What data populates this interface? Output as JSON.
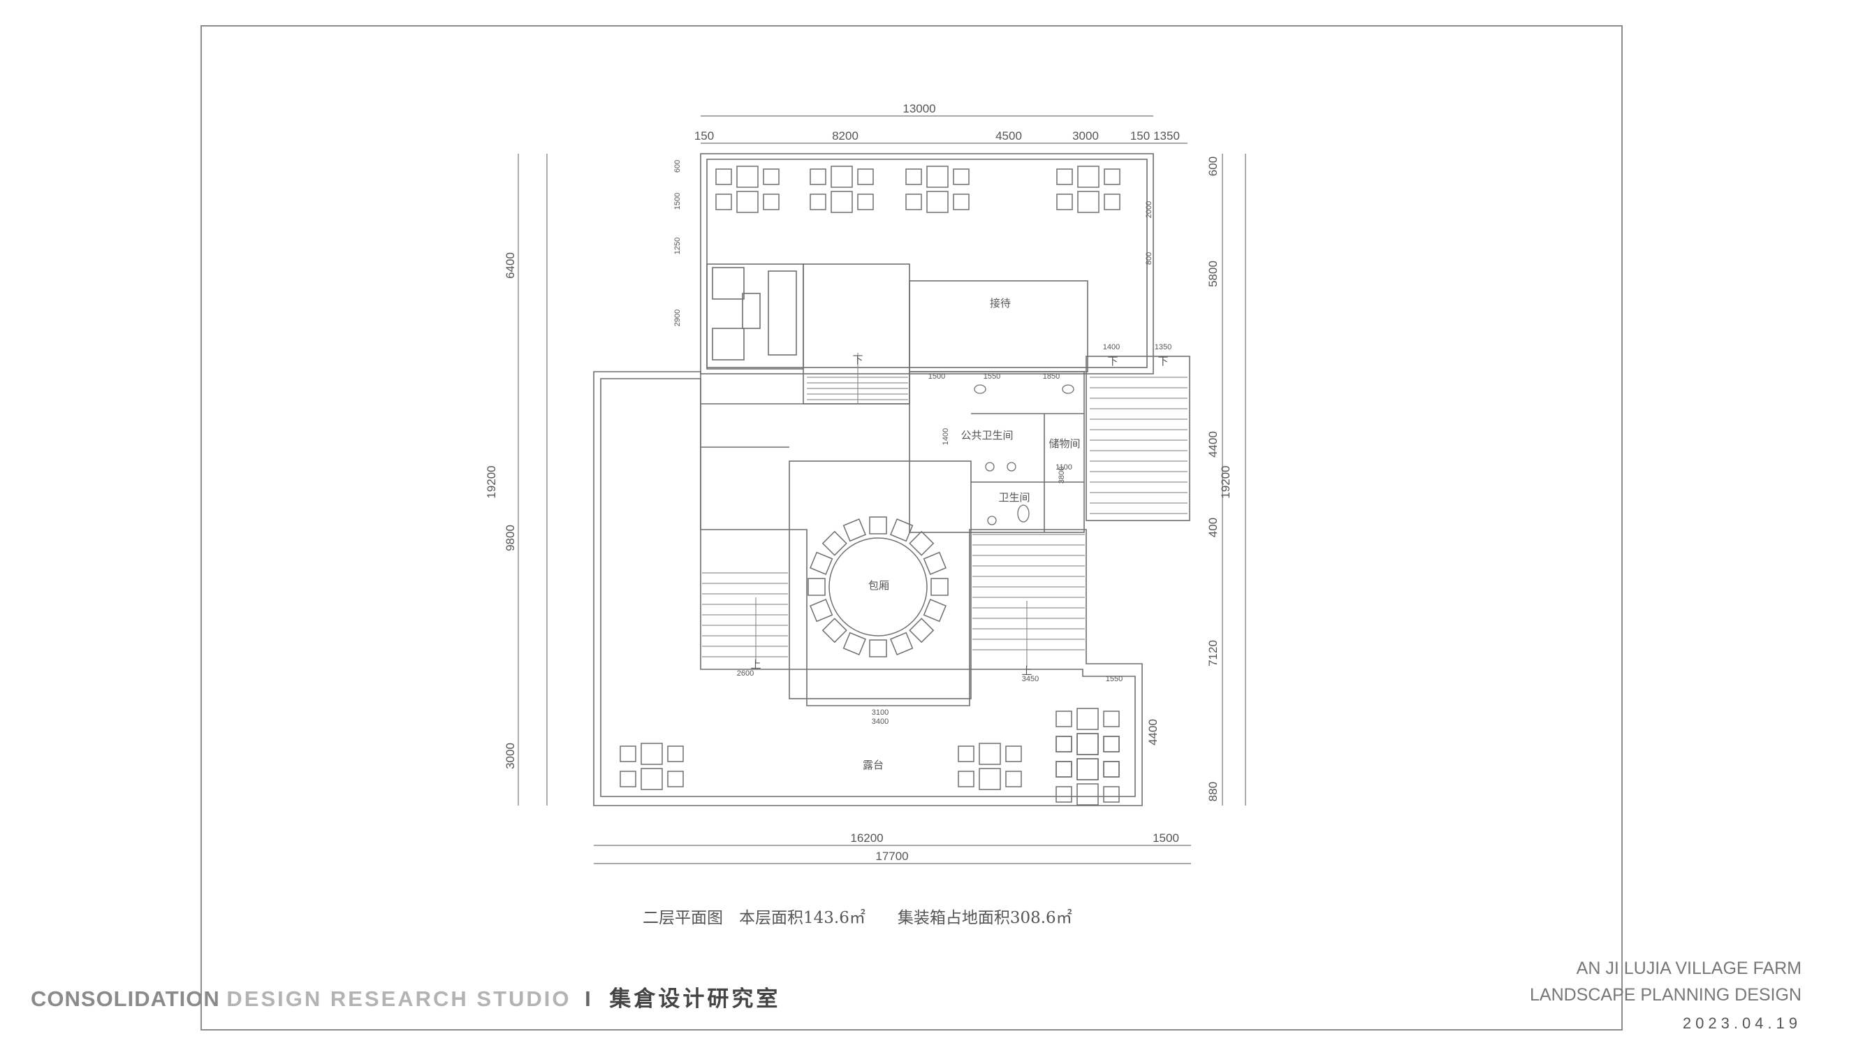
{
  "drawing": {
    "dimensions": {
      "top_total": "13000",
      "top_150_left": "150",
      "top_8200": "8200",
      "top_4500": "4500",
      "top_3000": "3000",
      "top_150_right": "150",
      "top_1350": "1350",
      "left_6400": "6400",
      "left_19200": "19200",
      "left_9800": "9800",
      "left_3000": "3000",
      "right_600": "600",
      "right_5800": "5800",
      "right_4400_upper": "4400",
      "right_19200": "19200",
      "right_400": "400",
      "right_7120": "7120",
      "right_4400_lower": "4400",
      "right_880": "880",
      "bottom_16200": "16200",
      "bottom_1500": "1500",
      "bottom_17700": "17700",
      "small_1400": "1400",
      "small_1350": "1350",
      "small_1500": "1500",
      "small_1550": "1550",
      "small_1850": "1850",
      "small_1100": "1100",
      "small_1400v": "1400",
      "small_2600": "2600",
      "small_3450": "3450",
      "small_1550b": "1550",
      "small_3100": "3100",
      "small_3400": "3400",
      "small_600": "600",
      "small_1500v": "1500",
      "small_1250": "1250",
      "small_2900": "2900",
      "small_2000": "2000",
      "small_800": "800",
      "small_3800": "3800"
    },
    "rooms": {
      "reception": "接待",
      "public_toilet": "公共卫生间",
      "storage": "储物间",
      "toilet": "卫生间",
      "private_room": "包厢",
      "terrace": "露台",
      "down_1": "下",
      "down_2": "下",
      "down_3": "下",
      "up_1": "上",
      "up_2": "上"
    },
    "caption": "二层平面图　本层面积143.6㎡　　集装箱占地面积308.6㎡"
  },
  "studio": {
    "name_part1": "CONSOLIDATION",
    "name_part2": "DESIGN RESEARCH STUDIO",
    "separator": "I",
    "name_cn": "集倉设计研究室"
  },
  "project": {
    "line1": "AN JI LUJIA VILLAGE  FARM",
    "line2": "LANDSCAPE PLANNING DESIGN",
    "date": "2023.04.19"
  },
  "colors": {
    "line": "#6f6f6f",
    "frame": "#8c8c8c",
    "background": "#ffffff"
  }
}
